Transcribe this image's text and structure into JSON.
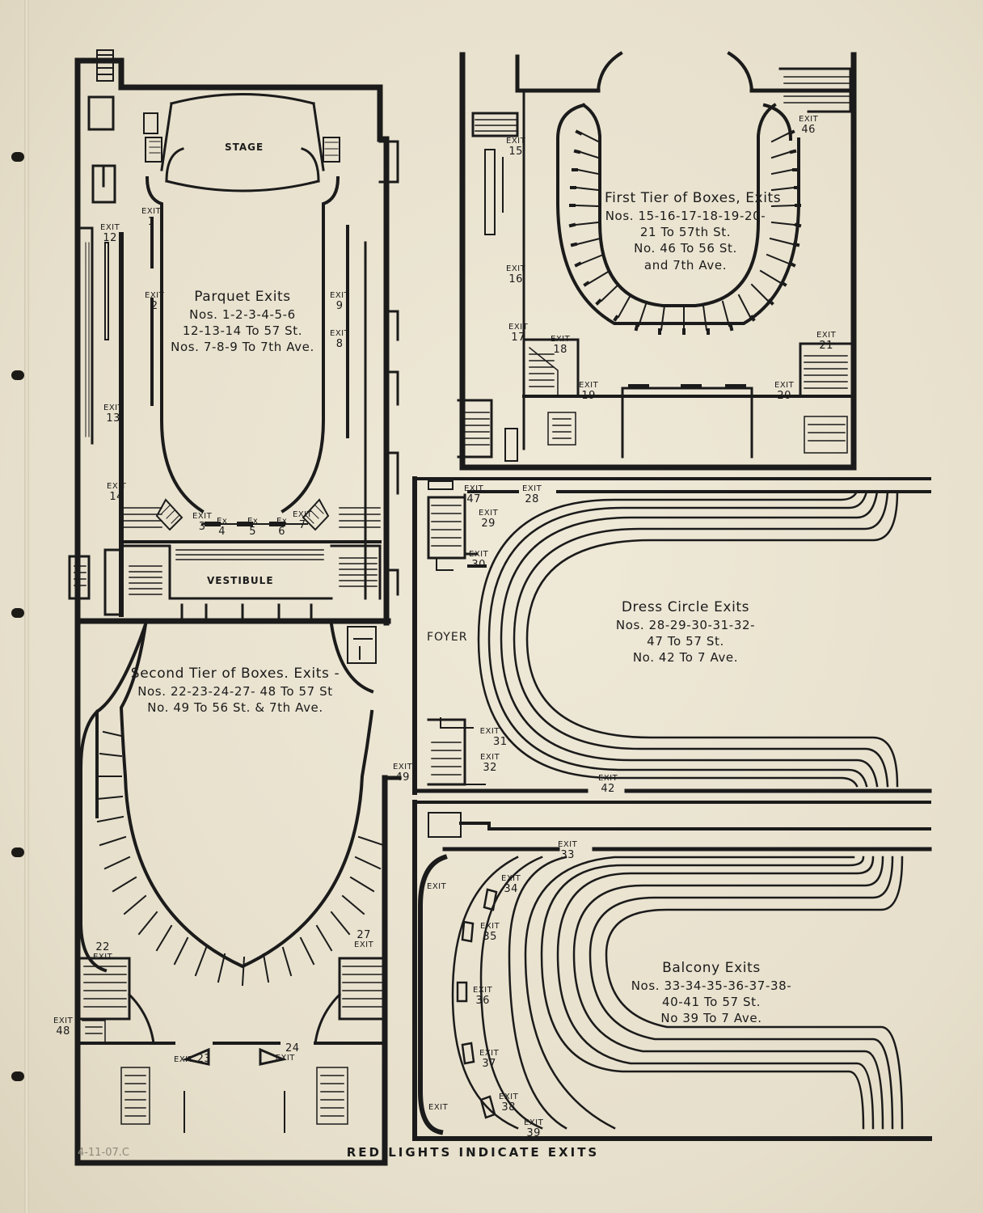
{
  "parquet": {
    "room_labels": {
      "stage": "STAGE",
      "vestibule": "VESTIBULE"
    },
    "caption": {
      "title": "Parquet Exits",
      "line1": "Nos. 1-2-3-4-5-6",
      "line2": "12-13-14 To 57 St.",
      "line3": "Nos. 7-8-9 To 7th Ave."
    },
    "exits": [
      {
        "word": "EXIT",
        "num": "1"
      },
      {
        "word": "EXIT",
        "num": "2"
      },
      {
        "word": "EXIT",
        "num": "3"
      },
      {
        "word": "Ex",
        "num": "4"
      },
      {
        "word": "Ex",
        "num": "5"
      },
      {
        "word": "Ex",
        "num": "6"
      },
      {
        "word": "EXIT",
        "num": "7"
      },
      {
        "word": "EXIT",
        "num": "8"
      },
      {
        "word": "EXIT",
        "num": "9"
      },
      {
        "word": "EXIT",
        "num": "12"
      },
      {
        "word": "EXIT",
        "num": "13"
      },
      {
        "word": "EXIT",
        "num": "14"
      }
    ]
  },
  "first_tier": {
    "caption": {
      "title": "First Tier of Boxes, Exits",
      "line1": "Nos. 15-16-17-18-19-20-",
      "line2": "21 To 57th St.",
      "line3": "No. 46 To 56 St.",
      "line4": "and 7th Ave."
    },
    "exits": [
      {
        "word": "EXIT",
        "num": "15"
      },
      {
        "word": "EXIT",
        "num": "16"
      },
      {
        "word": "EXIT",
        "num": "17"
      },
      {
        "word": "EXIT",
        "num": "18"
      },
      {
        "word": "EXIT",
        "num": "19"
      },
      {
        "word": "EXIT",
        "num": "20"
      },
      {
        "word": "EXIT",
        "num": "21"
      },
      {
        "word": "EXIT",
        "num": "46"
      }
    ]
  },
  "second_tier": {
    "caption": {
      "title": "Second Tier of Boxes. Exits -",
      "line1": "Nos. 22-23-24-27- 48 To 57 St",
      "line2": "No. 49 To 56 St. & 7th Ave."
    },
    "exits": [
      {
        "word": "EXIT",
        "num": "22"
      },
      {
        "word": "EXIT",
        "num": "23"
      },
      {
        "word": "EXIT",
        "num": "24"
      },
      {
        "word": "EXIT",
        "num": "27"
      },
      {
        "word": "EXIT",
        "num": "48"
      },
      {
        "word": "EXIT",
        "num": "49"
      }
    ]
  },
  "dress_circle": {
    "room_labels": {
      "foyer": "FOYER"
    },
    "caption": {
      "title": "Dress Circle Exits",
      "line1": "Nos. 28-29-30-31-32-",
      "line2": "47 To 57 St.",
      "line3": "No. 42 To 7 Ave."
    },
    "exits": [
      {
        "word": "EXIT",
        "num": "28"
      },
      {
        "word": "EXIT",
        "num": "29"
      },
      {
        "word": "EXIT",
        "num": "30"
      },
      {
        "word": "EXIT",
        "num": "31"
      },
      {
        "word": "EXIT",
        "num": "32"
      },
      {
        "word": "EXIT",
        "num": "42"
      },
      {
        "word": "EXIT",
        "num": "47"
      }
    ]
  },
  "balcony": {
    "caption": {
      "title": "Balcony Exits",
      "line1": "Nos. 33-34-35-36-37-38-",
      "line2": "40-41 To 57 St.",
      "line3": "No 39 To 7 Ave."
    },
    "exits": [
      {
        "word": "EXIT",
        "num": "33"
      },
      {
        "word": "EXIT",
        "num": "34"
      },
      {
        "word": "EXIT",
        "num": "35"
      },
      {
        "word": "EXIT",
        "num": "36"
      },
      {
        "word": "EXIT",
        "num": "37"
      },
      {
        "word": "EXIT",
        "num": "38"
      },
      {
        "word": "EXIT",
        "num": "39"
      },
      {
        "word": "EXIT",
        "num": ""
      },
      {
        "word": "EXIT",
        "num": ""
      }
    ]
  },
  "footer": "RED LIGHTS INDICATE EXITS",
  "handwritten_note": "4-11-07.C",
  "colors": {
    "ink": "#1b1b1b",
    "paper": "#e9e3d1"
  }
}
